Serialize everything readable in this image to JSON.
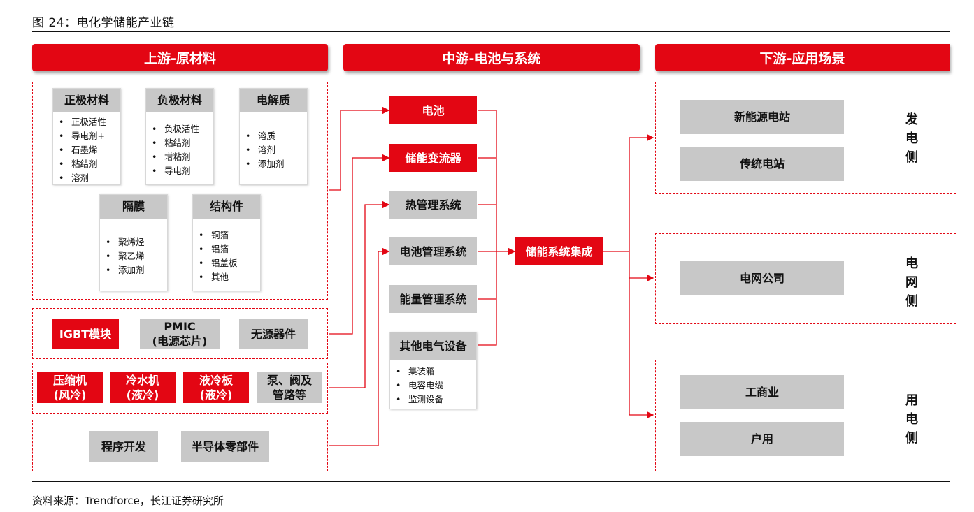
{
  "figure_title": "图 24：电化学储能产业链",
  "source": "资料来源：Trendforce，长江证券研究所",
  "colors": {
    "accent": "#e30613",
    "gray": "#c8c8c8"
  },
  "headers": {
    "upstream": "上游-原材料",
    "midstream": "中游-电池与系统",
    "downstream": "下游-应用场景"
  },
  "upstream": {
    "cathode": {
      "title": "正极材料",
      "items": [
        "正极活性",
        "导电剂+",
        "石墨烯",
        "粘结剂",
        "溶剂"
      ]
    },
    "anode": {
      "title": "负极材料",
      "items": [
        "负极活性",
        "粘结剂",
        "增粘剂",
        "导电剂"
      ]
    },
    "electrolyte": {
      "title": "电解质",
      "items": [
        "溶质",
        "溶剂",
        "添加剂"
      ]
    },
    "separator": {
      "title": "隔膜",
      "items": [
        "聚烯烃",
        "聚乙烯",
        "添加剂"
      ]
    },
    "structural": {
      "title": "结构件",
      "items": [
        "铜箔",
        "铝箔",
        "铝盖板",
        "其他"
      ]
    },
    "electronics": {
      "igbt": "IGBT模块",
      "pmic_line1": "PMIC",
      "pmic_line2": "(电源芯片)",
      "passive": "无源器件"
    },
    "thermal": {
      "compressor_line1": "压缩机",
      "compressor_line2": "(风冷)",
      "chiller_line1": "冷水机",
      "chiller_line2": "(液冷)",
      "coldplate_line1": "液冷板",
      "coldplate_line2": "(液冷)",
      "pump_line1": "泵、阀及",
      "pump_line2": "管路等"
    },
    "software": {
      "programming": "程序开发",
      "semi": "半导体零部件"
    }
  },
  "midstream": {
    "battery": "电池",
    "pcs": "储能变流器",
    "tms": "热管理系统",
    "bms": "电池管理系统",
    "ems": "能量管理系统",
    "other": {
      "title": "其他电气设备",
      "items": [
        "集装箱",
        "电容电缆",
        "监测设备"
      ]
    },
    "integration": "储能系统集成"
  },
  "downstream": {
    "generation": {
      "side": "发电侧",
      "items": [
        "新能源电站",
        "传统电站"
      ]
    },
    "grid": {
      "side": "电网侧",
      "items": [
        "电网公司"
      ]
    },
    "user": {
      "side": "用电侧",
      "items": [
        "工商业",
        "户用"
      ]
    }
  }
}
